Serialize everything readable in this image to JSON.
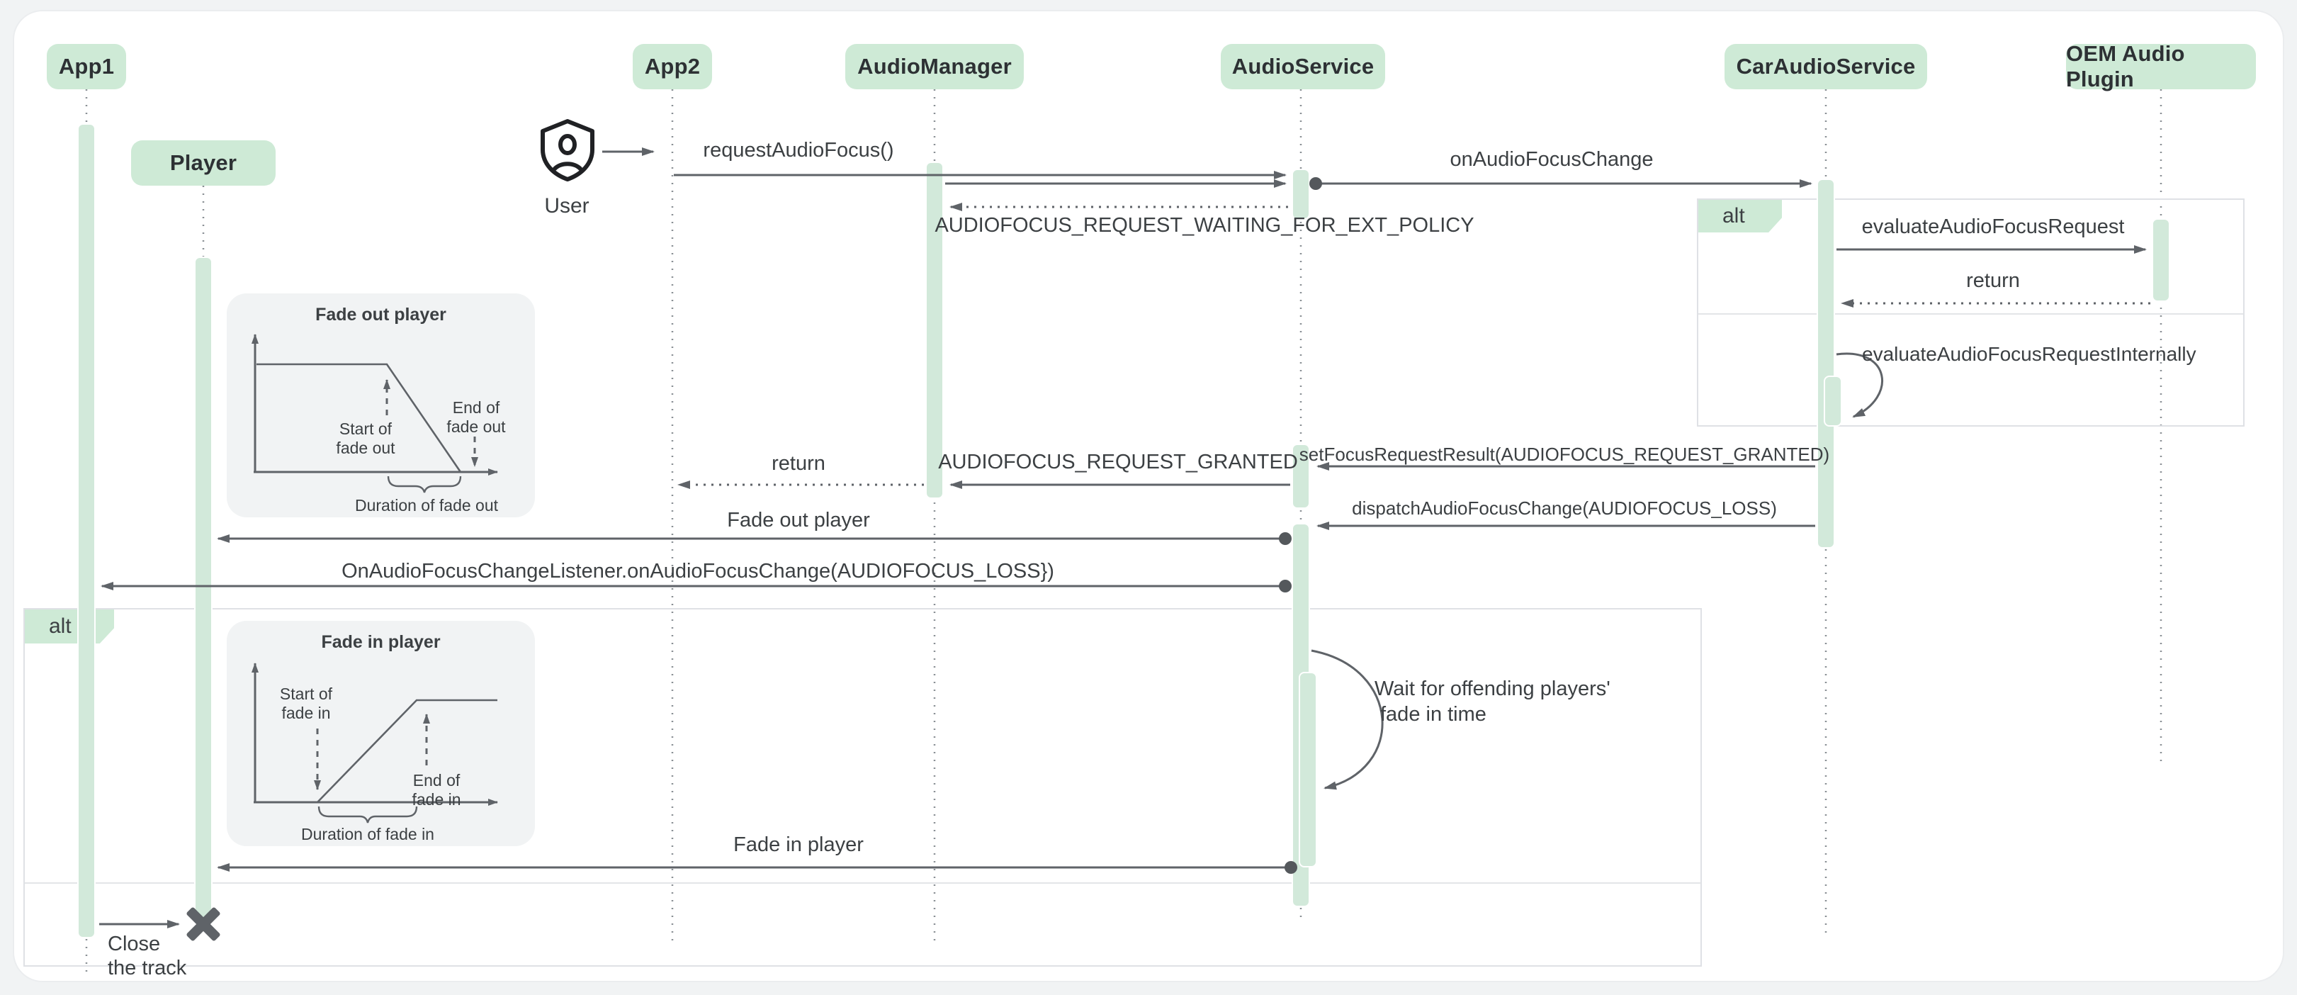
{
  "diagram": {
    "title_hint": "Audio focus fade sequence diagram",
    "participants": [
      {
        "id": "app1",
        "label": "App1"
      },
      {
        "id": "player",
        "label": "Player"
      },
      {
        "id": "app2",
        "label": "App2"
      },
      {
        "id": "audiomanager",
        "label": "AudioManager"
      },
      {
        "id": "audioservice",
        "label": "AudioService"
      },
      {
        "id": "caraudioservice",
        "label": "CarAudioService"
      },
      {
        "id": "oem_audio_plugin",
        "label": "OEM Audio Plugin"
      }
    ],
    "actor": {
      "label": "User"
    },
    "frames": {
      "right_alt": "alt",
      "left_alt": "alt"
    },
    "messages": {
      "request_audio_focus": "requestAudioFocus()",
      "on_audio_focus_change": "onAudioFocusChange",
      "waiting_for_ext_policy": "AUDIOFOCUS_REQUEST_WAITING_FOR_EXT_POLICY",
      "evaluate_audio_focus_request": "evaluateAudioFocusRequest",
      "evaluate_return": "return",
      "evaluate_internally": "evaluateAudioFocusRequestInternally",
      "set_focus_request_result": "setFocusRequestResult(AUDIOFOCUS_REQUEST_GRANTED)",
      "request_granted": "AUDIOFOCUS_REQUEST_GRANTED",
      "manager_return": "return",
      "dispatch_focus_change": "dispatchAudioFocusChange(AUDIOFOCUS_LOSS)",
      "fade_out_player": "Fade out player",
      "focus_change_listener": "OnAudioFocusChangeListener.onAudioFocusChange(AUDIOFOCUS_LOSS})",
      "wait_note_line1": "Wait for offending players'",
      "wait_note_line2": "fade in time",
      "fade_in_player": "Fade in player",
      "close_track_line1": "Close",
      "close_track_line2": "the track"
    },
    "charts": {
      "fade_out": {
        "title": "Fade out player",
        "start_line1": "Start of",
        "start_line2": "fade out",
        "end_line1": "End of",
        "end_line2": "fade out",
        "duration": "Duration of fade out"
      },
      "fade_in": {
        "title": "Fade in player",
        "start_line1": "Start of",
        "start_line2": "fade in",
        "end_line1": "End of",
        "end_line2": "fade in",
        "duration": "Duration of fade in"
      }
    },
    "colors": {
      "participant_green": "#ceead6",
      "activation_green": "#d2e9da",
      "arrow_gray": "#5f6368",
      "text_gray": "#3c4043",
      "frame_border": "#dfe1e5",
      "lifeline_gray": "#8a9095",
      "inset_background": "#f1f3f4",
      "canvas_white": "#ffffff",
      "page_background": "#f1f3f4"
    }
  }
}
